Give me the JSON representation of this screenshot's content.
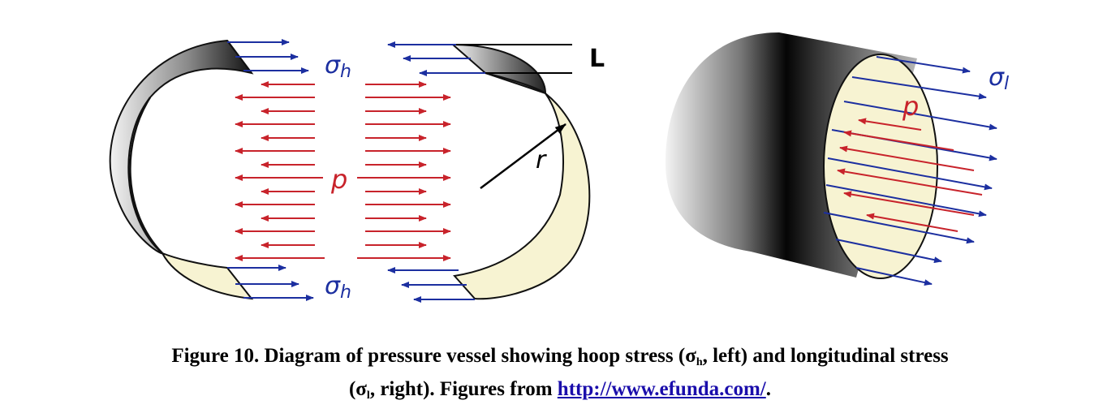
{
  "labels": {
    "sigma_h_top": "σ",
    "sigma_h_top_sub": "h",
    "sigma_h_bottom": "σ",
    "sigma_h_bottom_sub": "h",
    "length": "L",
    "pressure_left": "p",
    "radius": "r",
    "sigma_l": "σ",
    "sigma_l_sub": "l",
    "pressure_right": "p"
  },
  "caption": {
    "line1": "Figure 10.  Diagram of pressure vessel showing hoop stress (σ",
    "sub_h": "h",
    "line1_end": ", left) and longitudinal stress",
    "line2_start": "(σ",
    "sub_l": "l",
    "line2_mid": ", right).  Figures from ",
    "link_text": "http://www.efunda.com/",
    "line2_end": "."
  },
  "colors": {
    "hoop_arrow": "#1c2fa0",
    "pressure_arrow": "#c8232b",
    "shell_inner": "#f7f3d2"
  }
}
